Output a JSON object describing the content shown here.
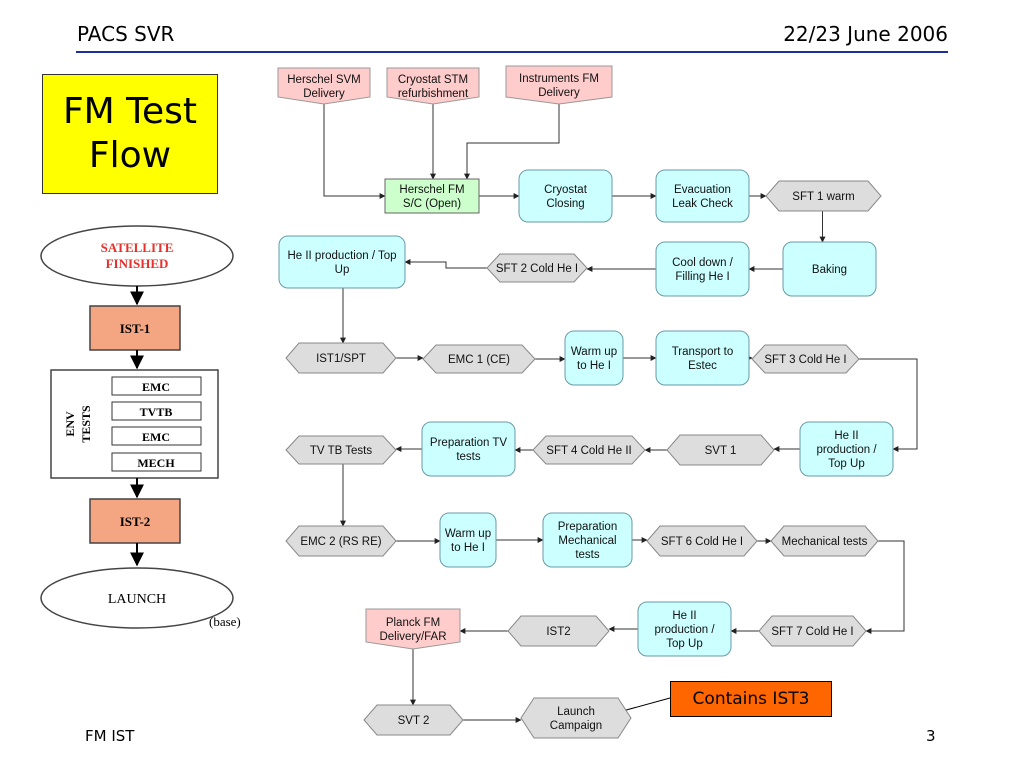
{
  "header": {
    "left": "PACS SVR",
    "right": "22/23 June 2006"
  },
  "footer": {
    "left": "FM IST",
    "page": "3"
  },
  "title": "FM Test Flow",
  "callout": "Contains IST3",
  "left_flow": {
    "satellite": [
      "SATELLITE",
      "FINISHED"
    ],
    "ist1": "IST-1",
    "env_label": [
      "ENV",
      "TESTS"
    ],
    "env_tests": [
      "EMC",
      "TVTB",
      "EMC",
      "MECH"
    ],
    "ist2": "IST-2",
    "launch": "LAUNCH",
    "base": "(base)"
  },
  "colors": {
    "pink": "#ffcccc",
    "green": "#ccffcc",
    "cyan": "#ccffff",
    "grey": "#dddddd",
    "orange": "#f4a582",
    "arrow": "#333333"
  },
  "nodes": [
    {
      "id": "svm",
      "shape": "pent",
      "color": "pink",
      "lines": [
        "Herschel SVM",
        "Delivery"
      ]
    },
    {
      "id": "stm",
      "shape": "pent",
      "color": "pink",
      "lines": [
        "Cryostat STM",
        "refurbishment"
      ]
    },
    {
      "id": "ifm",
      "shape": "pent",
      "color": "pink",
      "lines": [
        "Instruments FM",
        "Delivery"
      ]
    },
    {
      "id": "hfm",
      "shape": "rect",
      "color": "green",
      "lines": [
        "Herschel FM",
        "S/C (Open)"
      ]
    },
    {
      "id": "cc",
      "shape": "rrect",
      "color": "cyan",
      "lines": [
        "Cryostat",
        "Closing"
      ]
    },
    {
      "id": "elc",
      "shape": "rrect",
      "color": "cyan",
      "lines": [
        "Evacuation",
        "Leak Check"
      ]
    },
    {
      "id": "sft1",
      "shape": "hex",
      "color": "grey",
      "lines": [
        "SFT 1 warm"
      ]
    },
    {
      "id": "bak",
      "shape": "rrect",
      "color": "cyan",
      "lines": [
        "Baking"
      ]
    },
    {
      "id": "cool",
      "shape": "rrect",
      "color": "cyan",
      "lines": [
        "Cool down /",
        "Filling He I"
      ]
    },
    {
      "id": "sft2",
      "shape": "hex",
      "color": "grey",
      "lines": [
        "SFT 2 Cold He I"
      ]
    },
    {
      "id": "he1",
      "shape": "rrect",
      "color": "cyan",
      "lines": [
        "He II production / Top",
        "Up"
      ]
    },
    {
      "id": "ist1",
      "shape": "hex",
      "color": "grey",
      "lines": [
        "IST1/SPT"
      ]
    },
    {
      "id": "emc1",
      "shape": "hex",
      "color": "grey",
      "lines": [
        "EMC 1 (CE)"
      ]
    },
    {
      "id": "wu1",
      "shape": "rrect",
      "color": "cyan",
      "lines": [
        "Warm up",
        "to He I"
      ]
    },
    {
      "id": "tre",
      "shape": "rrect",
      "color": "cyan",
      "lines": [
        "Transport to",
        "Estec"
      ]
    },
    {
      "id": "sft3",
      "shape": "hex",
      "color": "grey",
      "lines": [
        "SFT 3 Cold He I"
      ]
    },
    {
      "id": "he2",
      "shape": "rrect",
      "color": "cyan",
      "lines": [
        "He II",
        "production /",
        "Top Up"
      ]
    },
    {
      "id": "svt1",
      "shape": "hex",
      "color": "grey",
      "lines": [
        "SVT 1"
      ]
    },
    {
      "id": "sft4",
      "shape": "hex",
      "color": "grey",
      "lines": [
        "SFT 4 Cold He II"
      ]
    },
    {
      "id": "ptv",
      "shape": "rrect",
      "color": "cyan",
      "lines": [
        "Preparation TV",
        "tests"
      ]
    },
    {
      "id": "tvtb",
      "shape": "hex",
      "color": "grey",
      "lines": [
        "TV TB Tests"
      ]
    },
    {
      "id": "emc2",
      "shape": "hex",
      "color": "grey",
      "lines": [
        "EMC 2 (RS RE)"
      ]
    },
    {
      "id": "wu2",
      "shape": "rrect",
      "color": "cyan",
      "lines": [
        "Warm up",
        "to He I"
      ]
    },
    {
      "id": "pmt",
      "shape": "rrect",
      "color": "cyan",
      "lines": [
        "Preparation",
        "Mechanical",
        "tests"
      ]
    },
    {
      "id": "sft6",
      "shape": "hex",
      "color": "grey",
      "lines": [
        "SFT 6 Cold He I"
      ]
    },
    {
      "id": "mech",
      "shape": "hex",
      "color": "grey",
      "lines": [
        "Mechanical tests"
      ]
    },
    {
      "id": "sft7",
      "shape": "hex",
      "color": "grey",
      "lines": [
        "SFT 7 Cold He I"
      ]
    },
    {
      "id": "he3",
      "shape": "rrect",
      "color": "cyan",
      "lines": [
        "He II",
        "production /",
        "Top Up"
      ]
    },
    {
      "id": "ist2",
      "shape": "hex",
      "color": "grey",
      "lines": [
        "IST2"
      ]
    },
    {
      "id": "planck",
      "shape": "pent",
      "color": "pink",
      "lines": [
        "Planck FM",
        "Delivery/FAR"
      ]
    },
    {
      "id": "svt2",
      "shape": "hex",
      "color": "grey",
      "lines": [
        "SVT 2"
      ]
    },
    {
      "id": "launch",
      "shape": "hex",
      "color": "grey",
      "lines": [
        "Launch",
        "Campaign"
      ]
    }
  ]
}
